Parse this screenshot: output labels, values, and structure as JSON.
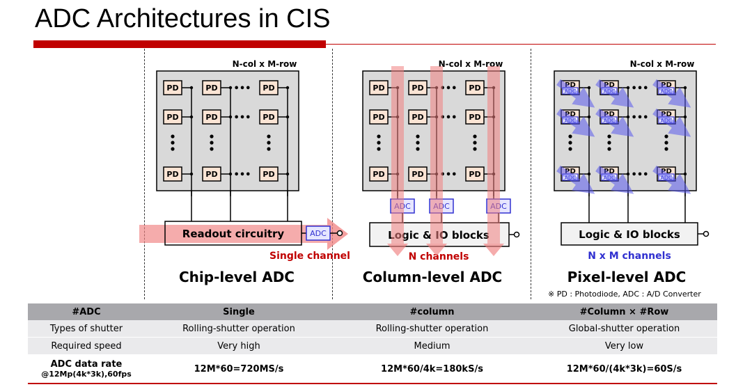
{
  "title": "ADC Architectures in CIS",
  "pd_label": "PD",
  "adc_label": "ADC",
  "dots": "•••",
  "footnote": "※ PD : Photodiode, ADC : A/D Converter",
  "colors": {
    "accent": "#c00000",
    "blue": "#3030d0",
    "pink": "#f08080",
    "pd_fill": "#fbe4d4",
    "grid_fill": "#d9d9d9"
  },
  "panels": [
    {
      "array_label": "N-col x M-row",
      "block_label": "Readout circuitry",
      "channel_label": "Single channel",
      "caption": "Chip-level ADC"
    },
    {
      "array_label": "N-col x M-row",
      "block_label": "Logic & IO blocks",
      "channel_label": "N channels",
      "caption": "Column-level ADC"
    },
    {
      "array_label": "N-col x M-row",
      "block_label": "Logic & IO blocks",
      "channel_label": "N x M channels",
      "caption": "Pixel-level ADC"
    }
  ],
  "table": {
    "headers": [
      "#ADC",
      "Single",
      "#column",
      "#Column ×  #Row"
    ],
    "rows": [
      [
        "Types of shutter",
        "Rolling-shutter operation",
        "Rolling-shutter operation",
        "Global-shutter operation"
      ],
      [
        "Required speed",
        "Very high",
        "Medium",
        "Very low"
      ]
    ],
    "rate_row": {
      "label": "ADC data rate",
      "sublabel": "@12Mp(4k*3k),60fps",
      "values": [
        "12M*60=720MS/s",
        "12M*60/4k=180kS/s",
        "12M*60/(4k*3k)=60S/s"
      ]
    }
  }
}
